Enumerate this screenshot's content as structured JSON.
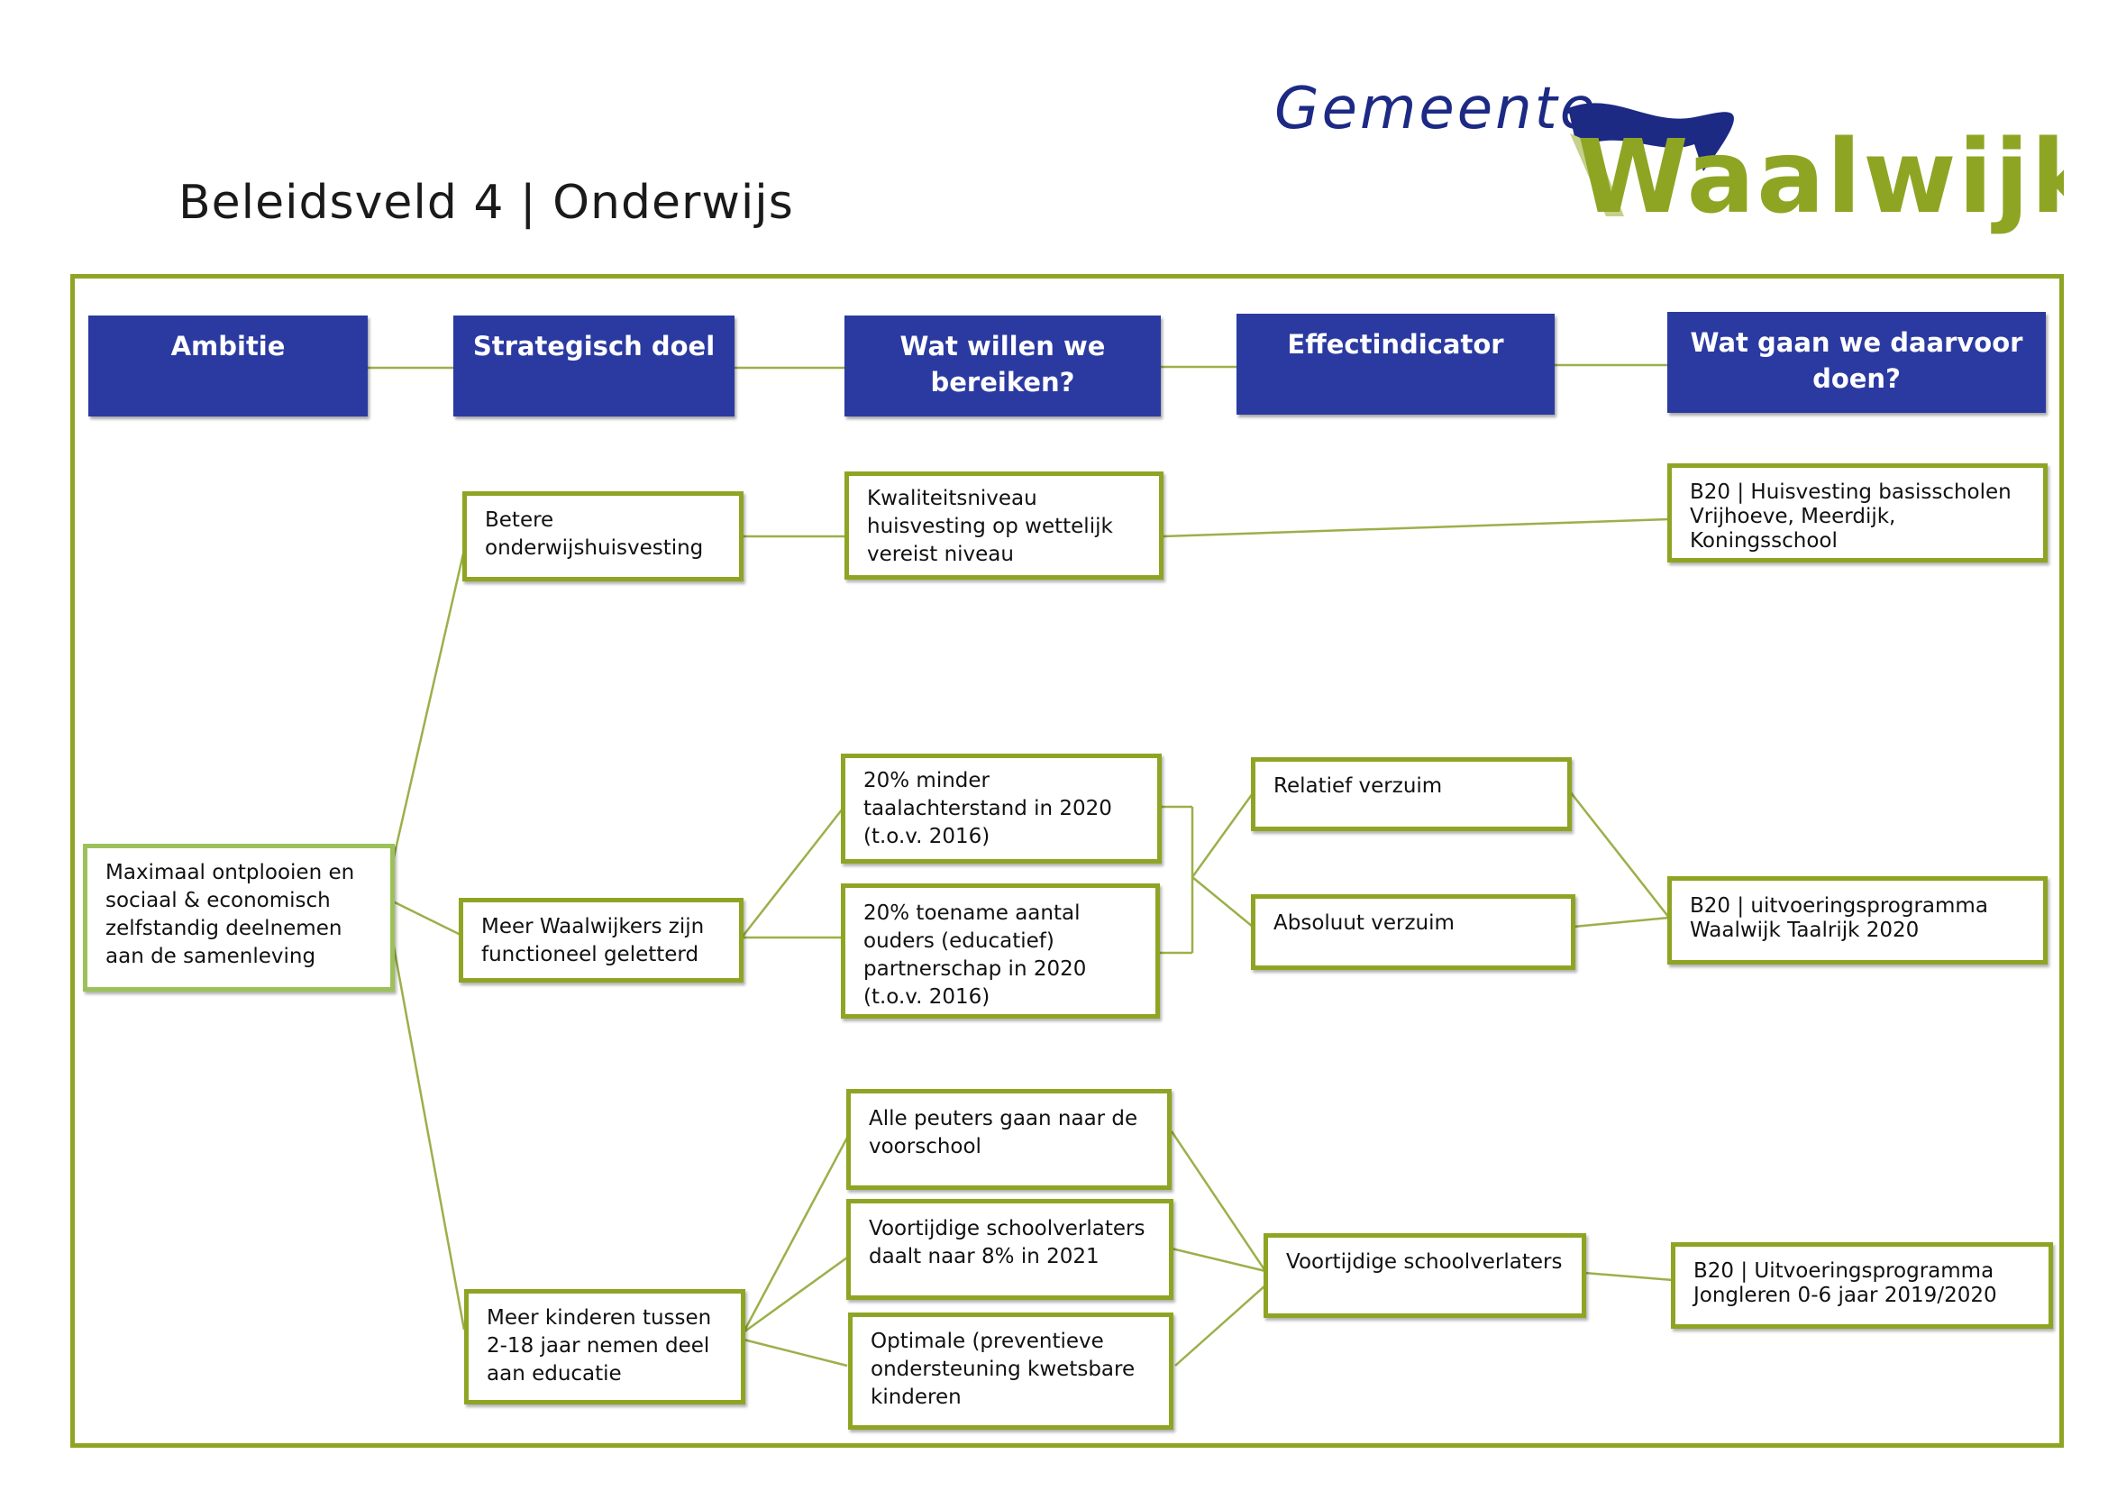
{
  "page": {
    "title": "Beleidsveld 4 | Onderwijs"
  },
  "logo": {
    "line1": "Gemeente",
    "line2": "Waalwijk",
    "colors": {
      "blue": "#1c2a84",
      "green": "#8ea524"
    }
  },
  "headers": {
    "ambitie": "Ambitie",
    "strategisch": "Strategisch doel",
    "bereiken": "Wat willen we bereiken?",
    "effect": "Effectindicator",
    "doen": "Wat gaan we daarvoor doen?"
  },
  "nodes": {
    "ambitie": "Maximaal ontplooien en\nsociaal & economisch\nzelfstandig deelnemen\naan de samenleving",
    "doel1": "Betere\nonderwijshuisvesting",
    "doel2": "Meer Waalwijkers zijn\nfunctioneel geletterd",
    "doel3": "Meer kinderen tussen\n2-18 jaar nemen deel\naan educatie",
    "ber1": "Kwaliteitsniveau\nhuisvesting op wettelijk\nvereist niveau",
    "ber2": "20% minder\ntaalachterstand in 2020\n(t.o.v. 2016)",
    "ber3": "20% toename aantal\nouders (educatief)\npartnerschap in 2020\n(t.o.v. 2016)",
    "ber4": "Alle peuters gaan naar de\nvoorschool",
    "ber5": "Voortijdige schoolverlaters\ndaalt naar 8% in 2021",
    "ber6": "Optimale (preventieve\nondersteuning kwetsbare\nkinderen",
    "eff1": "Relatief verzuim",
    "eff2": "Absoluut verzuim",
    "eff3": "Voortijdige schoolverlaters",
    "doen1": "B20 | Huisvesting basisscholen\nVrijhoeve, Meerdijk,\nKoningsschool",
    "doen2": "B20 | uitvoeringsprogramma\nWaalwijk Taalrijk 2020",
    "doen3": "B20 | Uitvoeringsprogramma\nJongleren 0-6 jaar 2019/2020"
  },
  "colors": {
    "header_bg": "#2b3aa1",
    "box_border": "#8ea524",
    "connector": "#9bb04a",
    "frame": "#8ea524"
  }
}
